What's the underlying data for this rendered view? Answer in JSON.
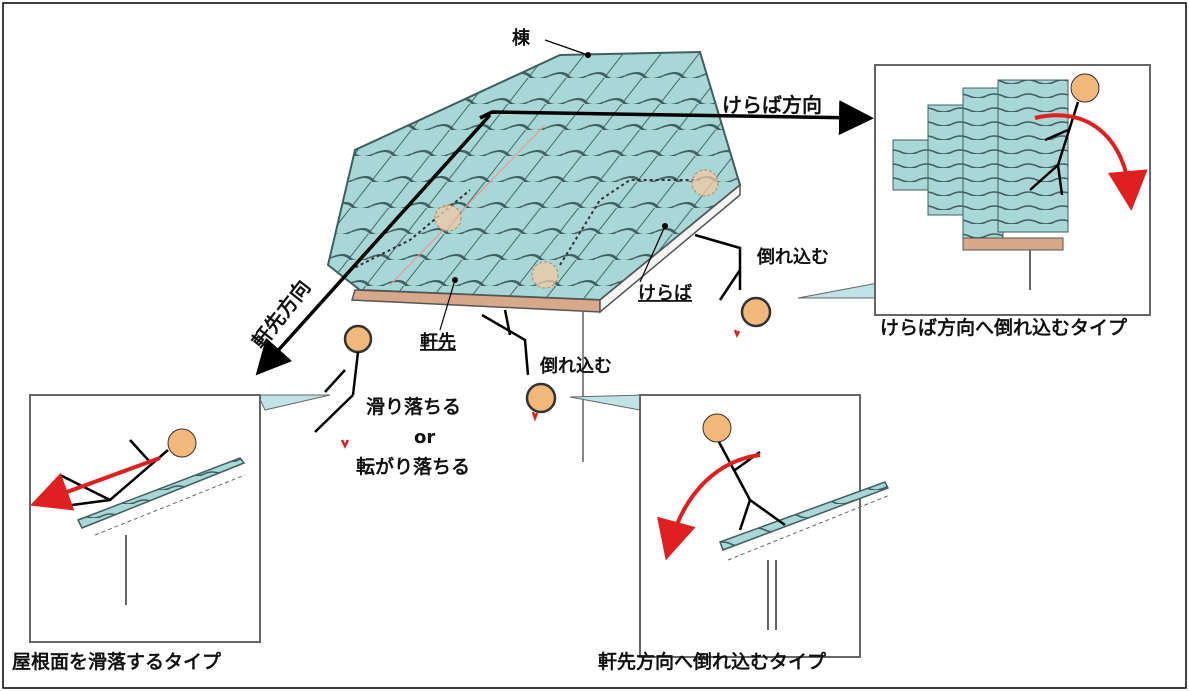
{
  "labels": {
    "ridge": "棟",
    "keraba_direction": "けらば方向",
    "eaves_direction": "軒先方向",
    "eaves": "軒先",
    "keraba": "けらば",
    "fall_over_1": "倒れ込む",
    "fall_over_2": "倒れ込む",
    "slide_off": "滑り落ちる",
    "or": "or",
    "roll_off": "転がり落ちる"
  },
  "panels": {
    "slide_type": "屋根面を滑落するタイプ",
    "eaves_fall_type": "軒先方向へ倒れ込むタイプ",
    "keraba_fall_type": "けらば方向へ倒れ込むタイプ"
  },
  "colors": {
    "tile": "#a9d6d6",
    "tile_stroke": "#4a6b6b",
    "fascia": "#d8a88a",
    "head": "#f2b879",
    "arrow_red": "#e02020",
    "callout": "#bfe3e6"
  }
}
